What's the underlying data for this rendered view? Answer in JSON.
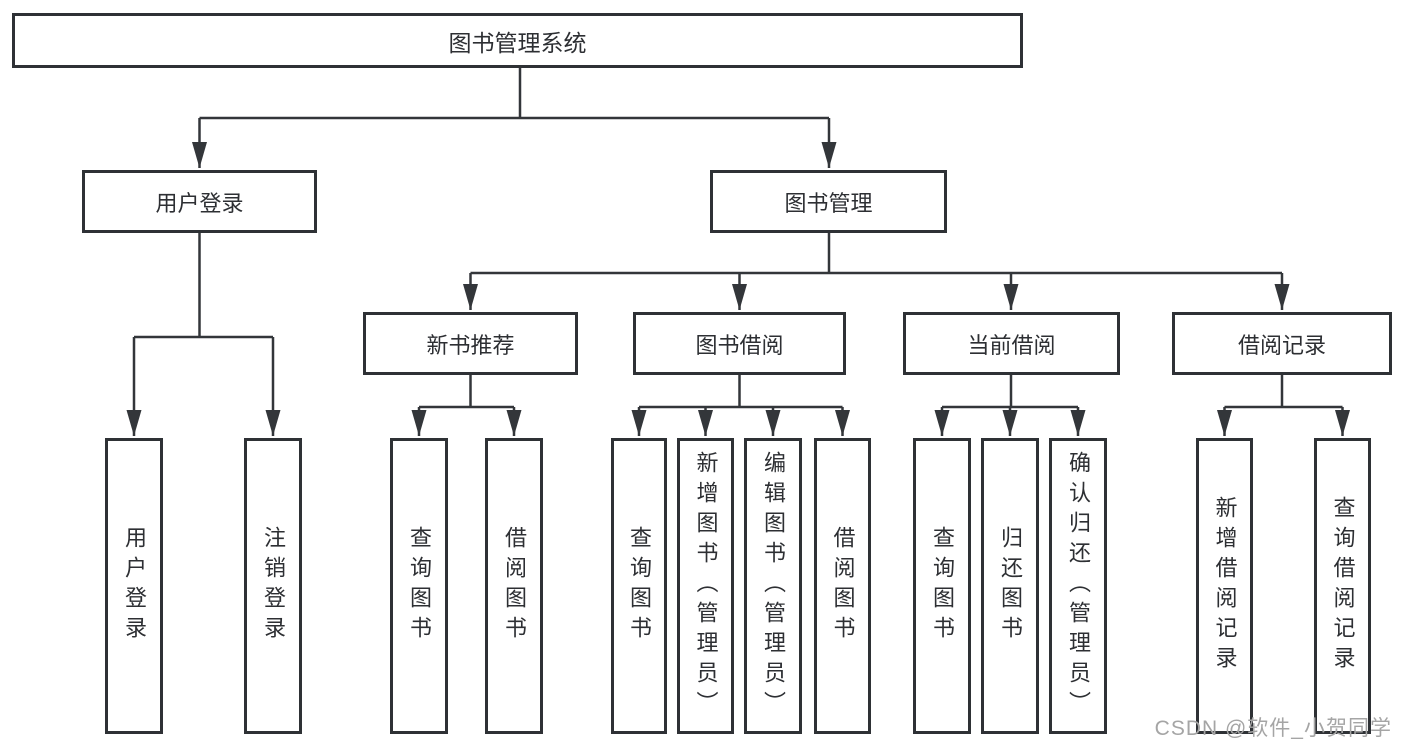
{
  "diagram": {
    "title": "图书管理系统",
    "nodes": {
      "root": "图书管理系统",
      "user_login": "用户登录",
      "book_mgmt": "图书管理",
      "new_book_rec": "新书推荐",
      "book_borrow": "图书借阅",
      "current_borrow": "当前借阅",
      "borrow_record": "借阅记录",
      "leaf_user_login": "用户登录",
      "leaf_logout": "注销登录",
      "leaf_rec_query": "查询图书",
      "leaf_rec_borrow": "借阅图书",
      "leaf_bor_query": "查询图书",
      "leaf_bor_add": "新增图书（管理员）",
      "leaf_bor_edit": "编辑图书（管理员）",
      "leaf_bor_borrow": "借阅图书",
      "leaf_cur_query": "查询图书",
      "leaf_cur_return": "归还图书",
      "leaf_cur_confirm": "确认归还（管理员）",
      "leaf_record_add": "新增借阅记录",
      "leaf_record_query": "查询借阅记录"
    },
    "tree": {
      "label": "图书管理系统",
      "children": [
        {
          "label": "用户登录",
          "children": [
            {
              "label": "用户登录"
            },
            {
              "label": "注销登录"
            }
          ]
        },
        {
          "label": "图书管理",
          "children": [
            {
              "label": "新书推荐",
              "children": [
                {
                  "label": "查询图书"
                },
                {
                  "label": "借阅图书"
                }
              ]
            },
            {
              "label": "图书借阅",
              "children": [
                {
                  "label": "查询图书"
                },
                {
                  "label": "新增图书（管理员）"
                },
                {
                  "label": "编辑图书（管理员）"
                },
                {
                  "label": "借阅图书"
                }
              ]
            },
            {
              "label": "当前借阅",
              "children": [
                {
                  "label": "查询图书"
                },
                {
                  "label": "归还图书"
                },
                {
                  "label": "确认归还（管理员）"
                }
              ]
            },
            {
              "label": "借阅记录",
              "children": [
                {
                  "label": "新增借阅记录"
                },
                {
                  "label": "查询借阅记录"
                }
              ]
            }
          ]
        }
      ]
    },
    "colors": {
      "line": "#33363a",
      "box_border": "#2e3135",
      "text": "#2d2f33",
      "background": "#ffffff",
      "watermark": "#a5a5a5"
    }
  },
  "watermark": {
    "text": "CSDN @软件_小贺同学"
  }
}
